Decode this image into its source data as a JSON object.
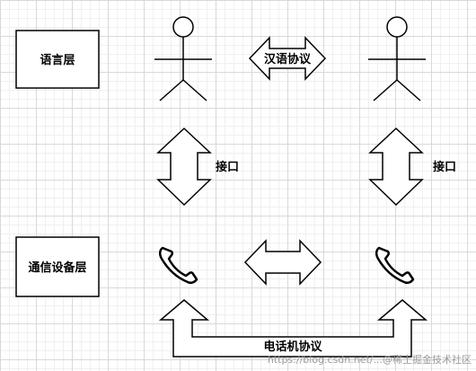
{
  "boxes": {
    "language_layer": "语言层",
    "comm_layer": "通信设备层"
  },
  "arrows": {
    "chinese_protocol": "汉语协议",
    "interface_left": "接口",
    "interface_right": "接口",
    "phone_protocol": "电话机协议"
  },
  "icons": {
    "person": "person-icon",
    "phone": "phone-icon"
  },
  "watermark": "https://blog.csdn.net/...@稀土掘金技术社区",
  "colors": {
    "stroke": "#000000",
    "fill": "#ffffff",
    "grid": "#d9d9d9"
  }
}
